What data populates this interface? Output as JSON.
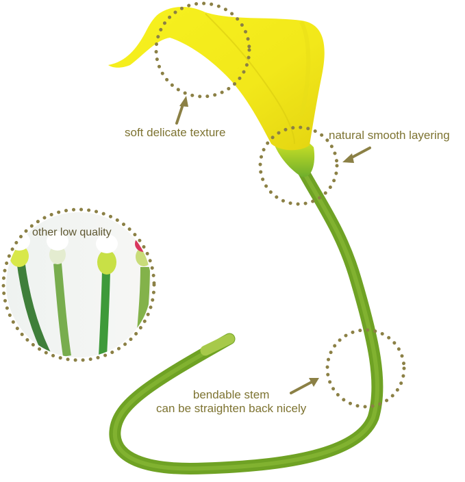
{
  "annotations": {
    "texture": "soft delicate texture",
    "layering": "natural smooth layering",
    "low_quality": "other low quality",
    "bendable_line1": "bendable stem",
    "bendable_line2": "can be straighten back nicely"
  },
  "colors": {
    "annotation": "#7d7331",
    "dots": "#8b8045",
    "petal": "#f2ea1a",
    "stem": "#7ba827"
  },
  "icons": [
    "arrow-icon",
    "dotted-circle-icon"
  ]
}
